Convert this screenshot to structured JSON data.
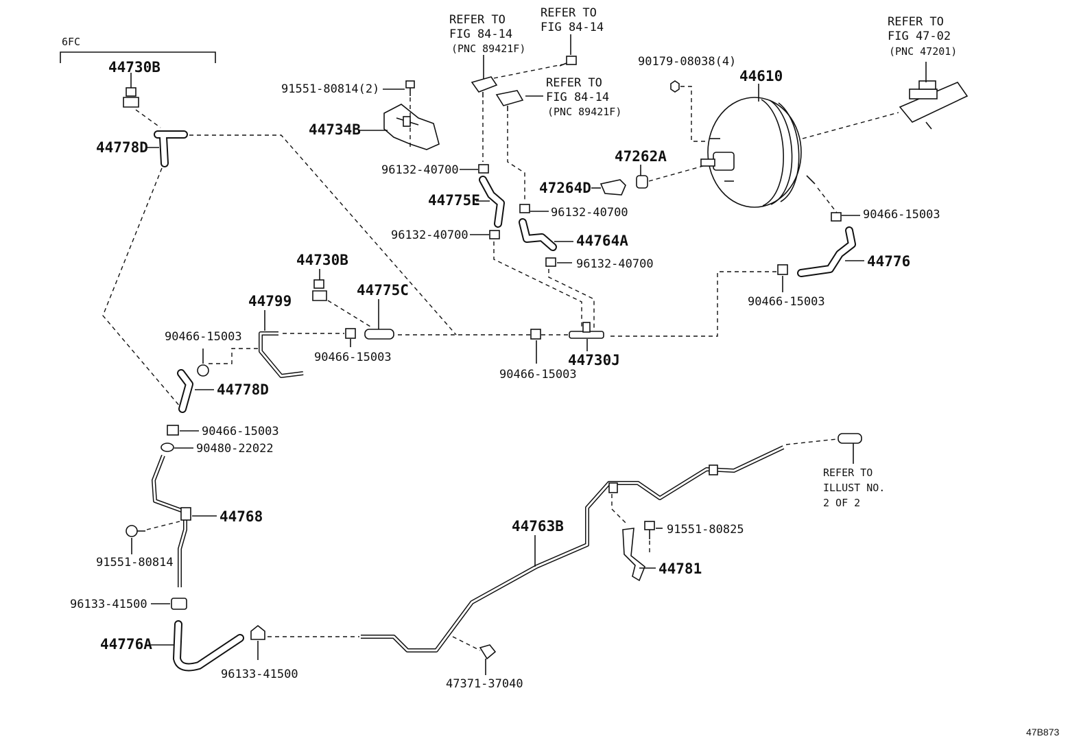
{
  "diagram_id": "47B873",
  "group_label": "6FC",
  "refs": {
    "r1": [
      "REFER TO",
      "FIG 84-14",
      "(PNC 89421F)"
    ],
    "r2": [
      "REFER TO",
      "FIG 84-14"
    ],
    "r3": [
      "REFER TO",
      "FIG 84-14",
      "(PNC 89421F)"
    ],
    "r4": [
      "REFER TO",
      "FIG 47-02",
      "(PNC 47201)"
    ],
    "r5": [
      "REFER TO",
      "ILLUST NO.",
      "2 OF 2"
    ]
  },
  "labels": {
    "p44730B_top": "44730B",
    "p44778D_top": "44778D",
    "p91551_80814_2": "91551-80814(2)",
    "p44734B": "44734B",
    "p96132_a": "96132-40700",
    "p44775E": "44775E",
    "p96132_b": "96132-40700",
    "p96132_c": "96132-40700",
    "p96132_d": "96132-40700",
    "p44764A": "44764A",
    "p47264D": "47264D",
    "p47262A": "47262A",
    "p90179": "90179-08038(4)",
    "p44610": "44610",
    "p90466_a": "90466-15003",
    "p44776": "44776",
    "p90466_b": "90466-15003",
    "p44730B_mid": "44730B",
    "p44775C": "44775C",
    "p44799": "44799",
    "p90466_c": "90466-15003",
    "p90466_d": "90466-15003",
    "p90466_e": "90466-15003",
    "p44730J": "44730J",
    "p44778D_mid": "44778D",
    "p90466_f": "90466-15003",
    "p90480": "90480-22022",
    "p44768": "44768",
    "p91551_80814": "91551-80814",
    "p96133_a": "96133-41500",
    "p44776A": "44776A",
    "p96133_b": "96133-41500",
    "p47371": "47371-37040",
    "p44763B": "44763B",
    "p91551_80825": "91551-80825",
    "p44781": "44781"
  }
}
